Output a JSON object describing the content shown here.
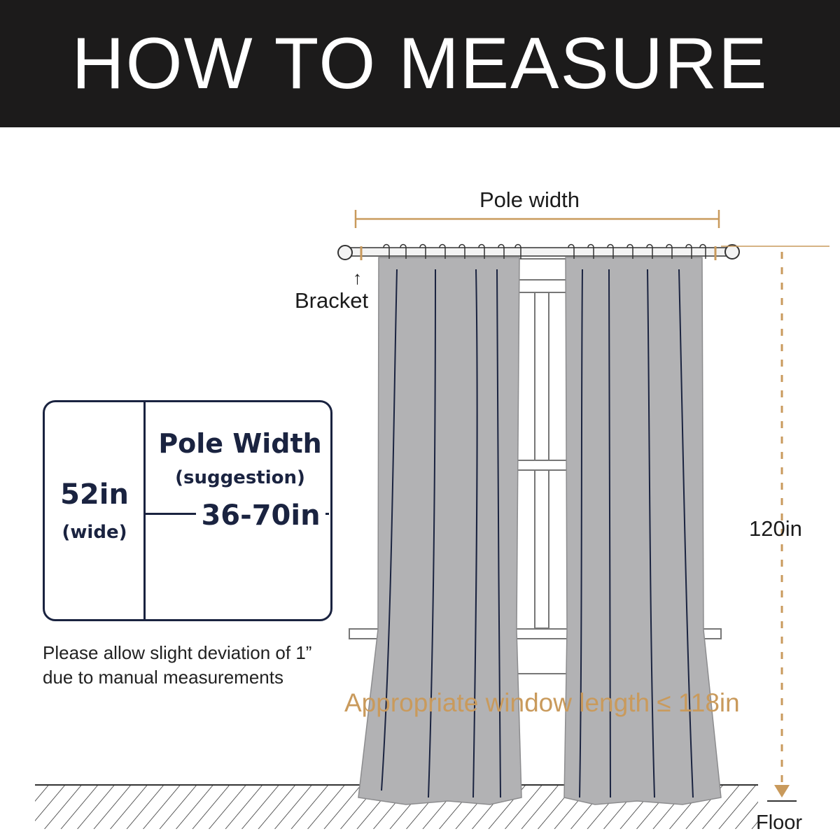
{
  "header": {
    "title": "HOW TO MEASURE"
  },
  "diagram": {
    "pole_width_label": "Pole width",
    "bracket_label": "Bracket",
    "bracket_arrow": "↑",
    "height_label": "120in",
    "floor_label": "Floor",
    "window_length_label": "Appropriate window length ≤ 118in"
  },
  "spec_table": {
    "width_value": "52in",
    "width_unit": "(wide)",
    "pole_title": "Pole Width",
    "pole_subtitle": "(suggestion)",
    "pole_range": "36-70in"
  },
  "note": {
    "line1": "Please allow slight deviation of 1”",
    "line2": "due to manual measurements"
  },
  "colors": {
    "header_bg": "#1c1b1b",
    "accent_measure": "#c99a5c",
    "curtain": "#b2b2b4",
    "spec_text": "#1a2340"
  }
}
